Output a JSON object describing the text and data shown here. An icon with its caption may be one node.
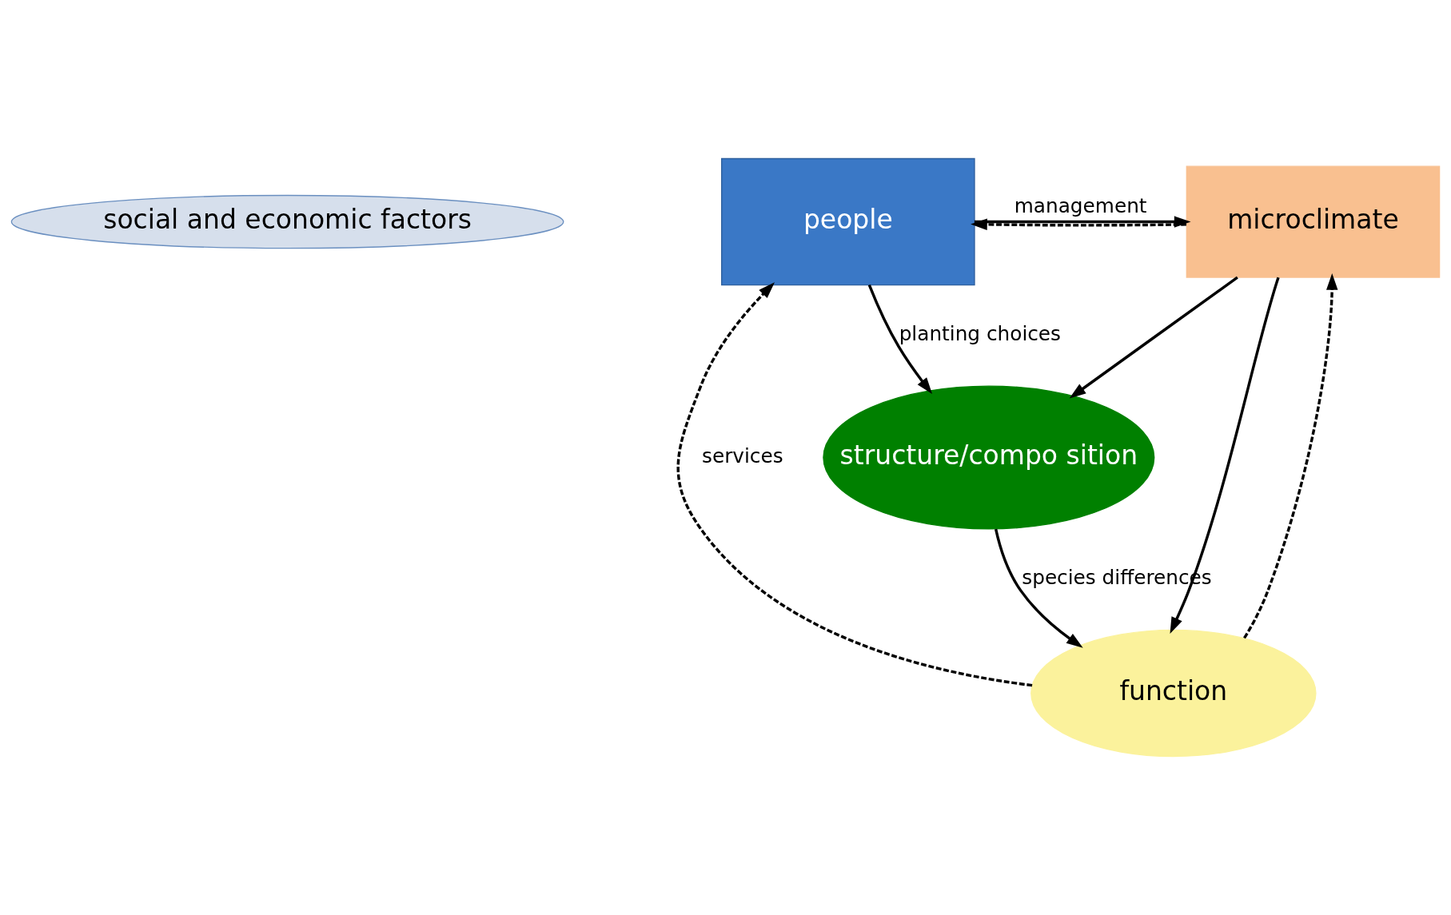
{
  "diagram": {
    "nodes": [
      {
        "text": [
          "social and economic factors"
        ]
      },
      {
        "text": [
          "people"
        ]
      },
      {
        "text": [
          "microclimate"
        ]
      },
      {
        "text": [
          "structure/compo sition"
        ]
      },
      {
        "text": [
          "function"
        ]
      }
    ],
    "edges": [
      {
        "from": 1,
        "to": 2,
        "arrow": "to",
        "label": "management"
      },
      {
        "from": 2,
        "to": 1,
        "arrow": "to",
        "style": "dashed"
      },
      {
        "from": 1,
        "to": 3,
        "arrow": "to",
        "label": "planting choices"
      },
      {
        "from": 2,
        "to": 3,
        "arrow": "to"
      },
      {
        "from": 4,
        "to": 1,
        "arrow": "to",
        "style": "dashed",
        "label": "services"
      },
      {
        "from": 2,
        "to": 4,
        "arrow": "to"
      },
      {
        "from": 4,
        "to": 2,
        "arrow": "to",
        "style": "dashed"
      },
      {
        "from": 3,
        "to": 4,
        "arrow": "to",
        "label": "species differences"
      }
    ]
  }
}
